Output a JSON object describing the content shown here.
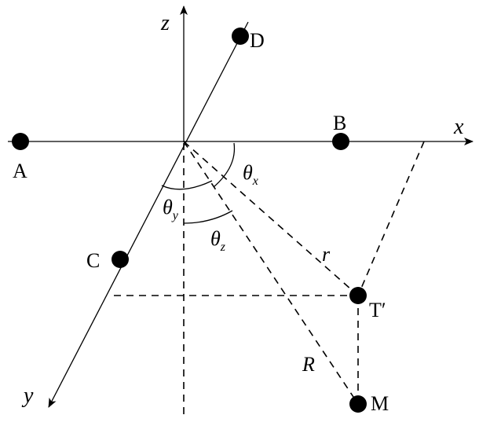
{
  "axes": {
    "x_label": "x",
    "y_label": "y",
    "z_label": "z"
  },
  "points": {
    "A": "A",
    "B": "B",
    "C": "C",
    "D": "D",
    "T": "T′",
    "M": "M"
  },
  "quantities": {
    "r": "r",
    "R": "R"
  },
  "angles": {
    "theta": "θ",
    "x_sub": "x",
    "y_sub": "y",
    "z_sub": "z"
  },
  "colors": {
    "stroke": "#000000",
    "fill": "#000000"
  }
}
